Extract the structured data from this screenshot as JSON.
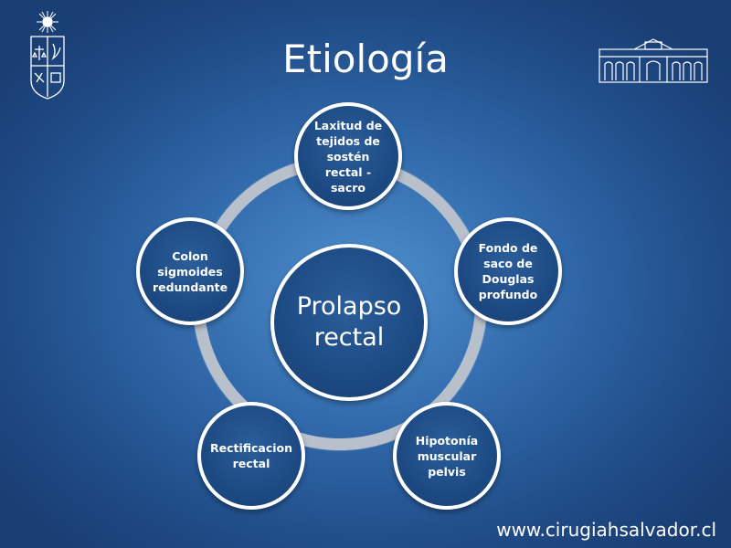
{
  "slide": {
    "title": "Etiología",
    "footer": "www.cirugiahsalvador.cl"
  },
  "diagram": {
    "center": "Prolapso rectal",
    "nodes": [
      {
        "label": "Laxitud de tejidos de sostén rectal - sacro"
      },
      {
        "label": "Fondo de saco de Douglas profundo"
      },
      {
        "label": "Hipotonía muscular pelvis"
      },
      {
        "label": "Rectificacion rectal"
      },
      {
        "label": "Colon sigmoides redundante"
      }
    ]
  },
  "colors": {
    "node_fill": "#1d4a83",
    "node_border": "#ffffff",
    "ring": "#b8c0cc",
    "background": "#2f67a8"
  }
}
